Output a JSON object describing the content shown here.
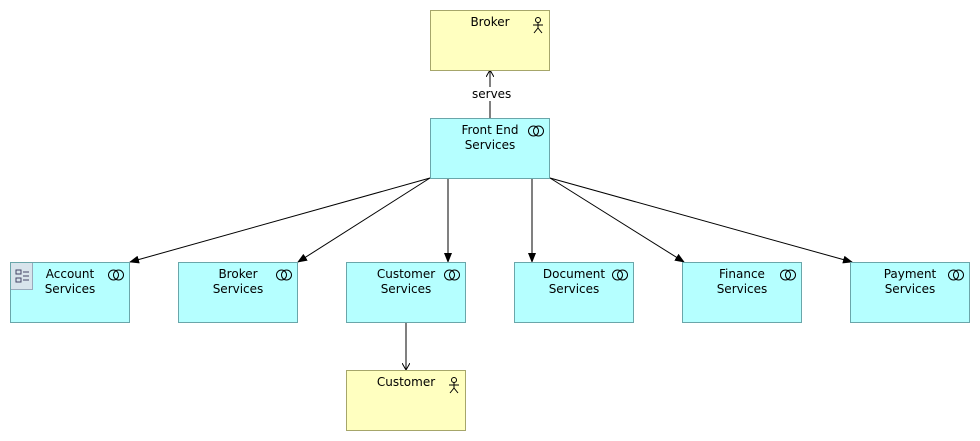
{
  "diagram": {
    "actors": {
      "broker": "Broker",
      "customer": "Customer"
    },
    "services": {
      "front_end": "Front End\nServices",
      "account": "Account\nServices",
      "broker": "Broker\nServices",
      "customer": "Customer\nServices",
      "document": "Document\nServices",
      "finance": "Finance\nServices",
      "payment": "Payment\nServices"
    },
    "edges": {
      "serves_label": "serves"
    },
    "colors": {
      "actor_fill": "#ffffc0",
      "service_fill": "#b5ffff",
      "stroke": "#000000"
    },
    "icons": {
      "actor": "actor-icon",
      "service": "service-icon",
      "component": "component-icon"
    }
  }
}
